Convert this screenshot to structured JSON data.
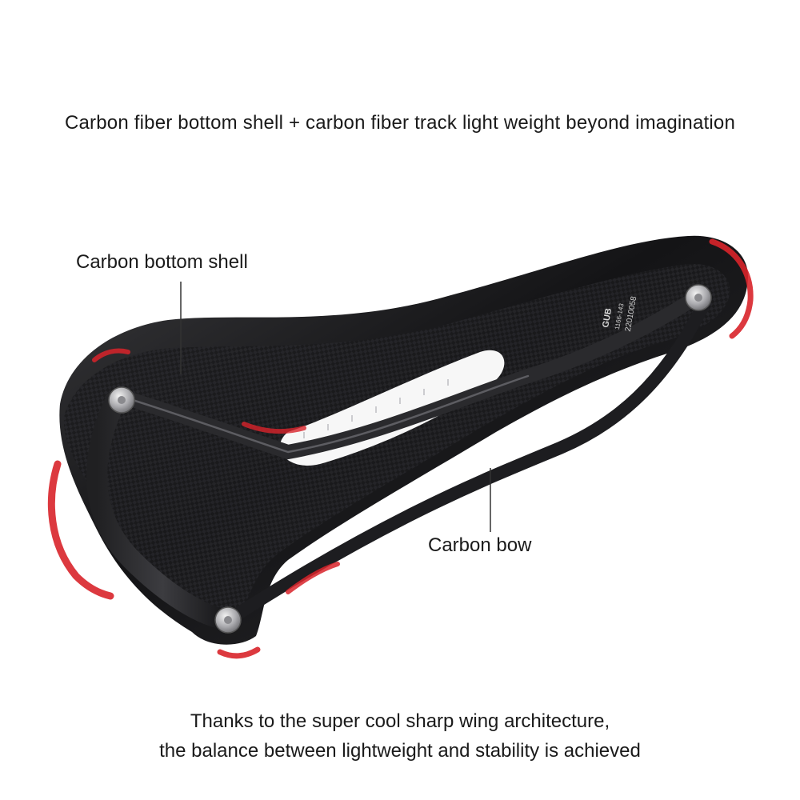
{
  "headline": "Carbon fiber bottom shell + carbon fiber track light weight beyond imagination",
  "callouts": {
    "bottom_shell": "Carbon bottom shell",
    "bow": "Carbon bow"
  },
  "footer": {
    "line1": "Thanks to the super cool sharp wing architecture,",
    "line2": "the balance between lightweight and stability is achieved"
  },
  "product_label": {
    "brand": "GUB",
    "size": "1166-143",
    "serial": "22010058"
  },
  "colors": {
    "background": "#ffffff",
    "text": "#1a1a1a",
    "carbon": "#1c1c1e",
    "accent": "#d8232a"
  }
}
